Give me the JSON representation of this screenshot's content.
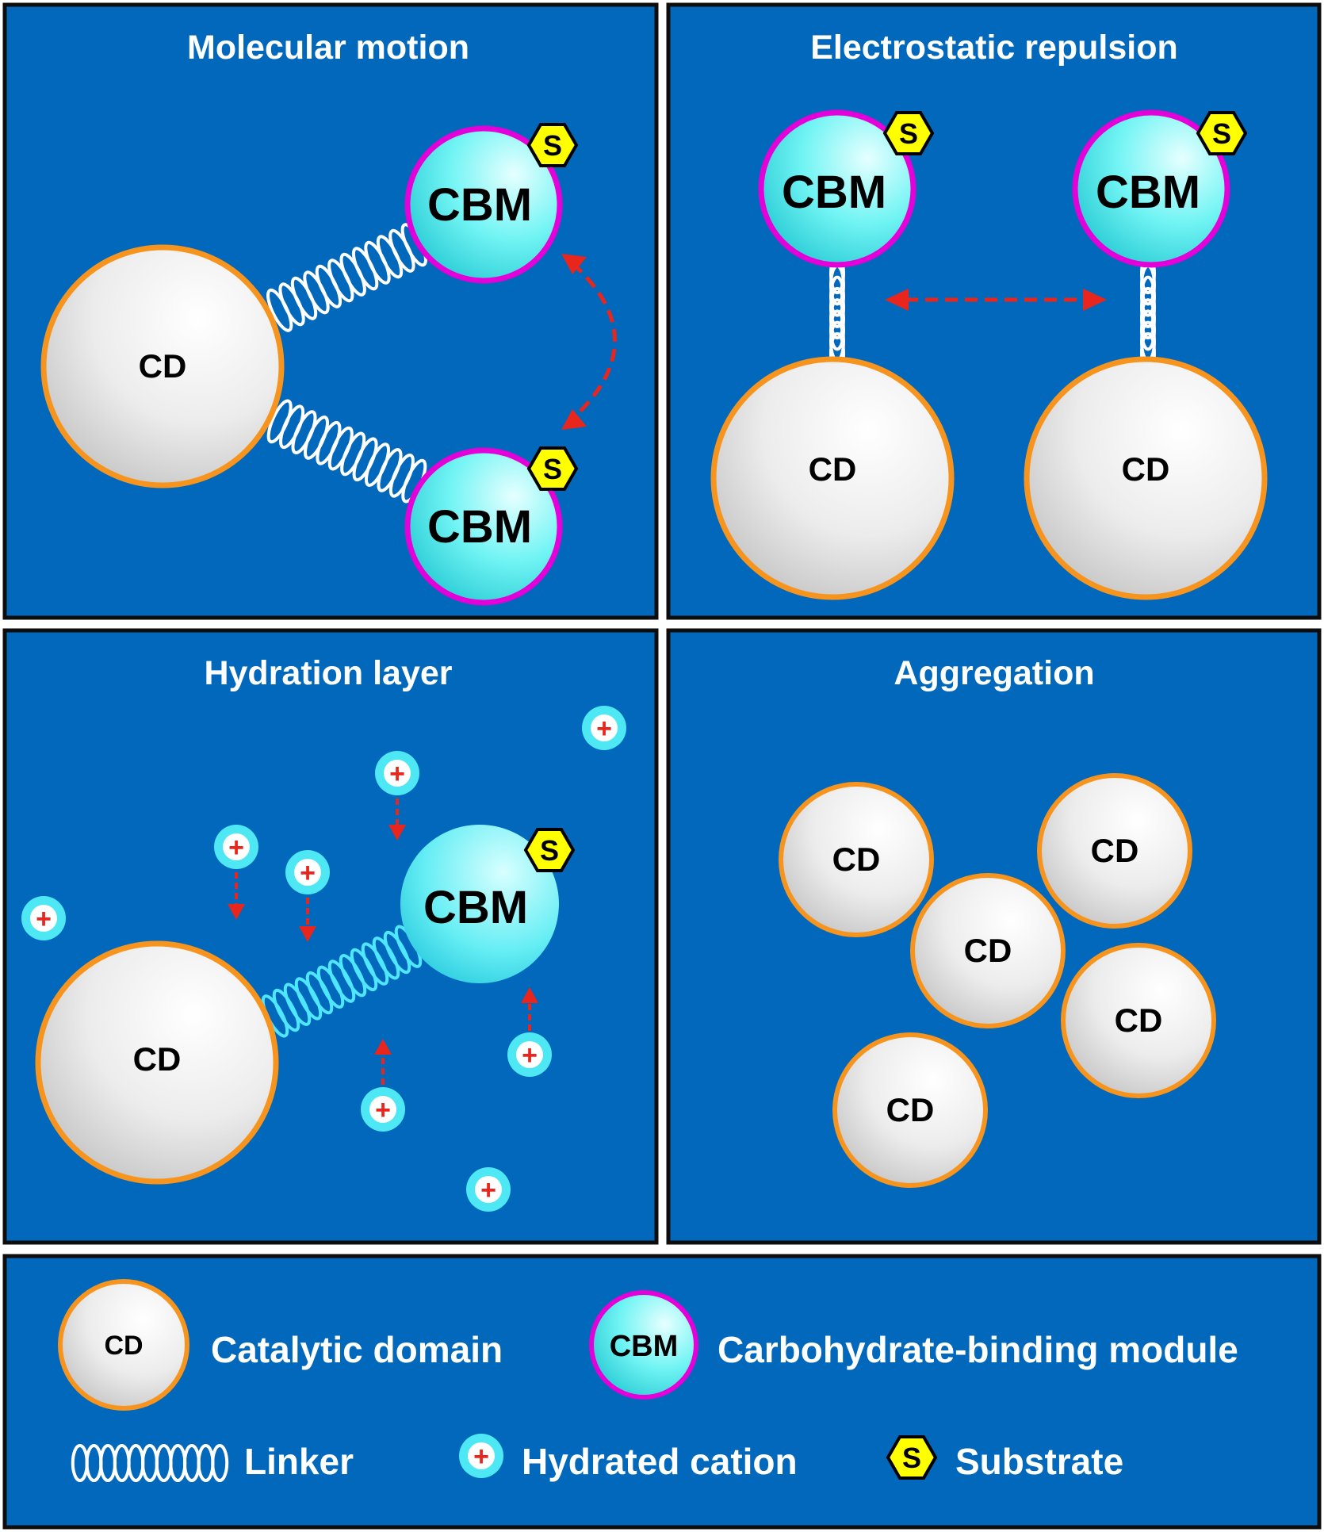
{
  "panels": {
    "molecular_motion": {
      "title": "Molecular motion"
    },
    "electrostatic_repulsion": {
      "title": "Electrostatic repulsion"
    },
    "hydration_layer": {
      "title": "Hydration layer"
    },
    "aggregation": {
      "title": "Aggregation"
    }
  },
  "labels": {
    "cd": "CD",
    "cbm": "CBM",
    "substrate": "S",
    "cation": "+"
  },
  "legend": {
    "catalytic_domain": "Catalytic domain",
    "cbm": "Carbohydrate-binding module",
    "linker": "Linker",
    "hydrated_cation": "Hydrated cation",
    "substrate": "Substrate"
  },
  "colors": {
    "panel_bg": "#0168BC",
    "cd_border": "#F7941D",
    "cbm_border": "#E400D8",
    "cbm_fill": "#5FF3F3",
    "substrate_fill": "#FFFF00",
    "arrow": "#E8261D",
    "hydration_linker": "#4FE6FF"
  }
}
